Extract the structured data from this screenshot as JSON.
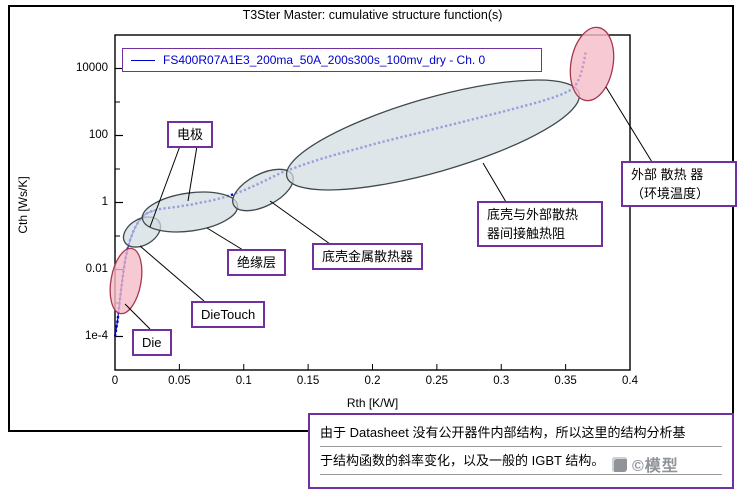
{
  "title": "T3Ster Master: cumulative structure function(s)",
  "legend": {
    "series_label": "FS400R07A1E3_200ma_50A_200s300s_100mv_dry - Ch. 0"
  },
  "axes": {
    "xlabel": "Rth [K/W]",
    "ylabel": "Cth [Ws/K]",
    "x_ticks": [
      "0",
      "0.05",
      "0.1",
      "0.15",
      "0.2",
      "0.25",
      "0.3",
      "0.35",
      "0.4"
    ],
    "y_ticks": [
      {
        "label": "10000",
        "decade": 4
      },
      {
        "label": "100",
        "decade": 2
      },
      {
        "label": "1",
        "decade": 0
      },
      {
        "label": "0.01",
        "decade": -2
      },
      {
        "label": "1e-4",
        "decade": -4
      }
    ]
  },
  "chart_data": {
    "type": "line",
    "title": "T3Ster Master: cumulative structure function(s)",
    "xlabel": "Rth [K/W]",
    "ylabel": "Cth [Ws/K]",
    "x_range": [
      0,
      0.4
    ],
    "y_scale": "log",
    "y_range": [
      1e-05,
      100000
    ],
    "grid": false,
    "legend_position": "top-left",
    "series": [
      {
        "name": "FS400R07A1E3_200ma_50A_200s300s_100mv_dry - Ch. 0",
        "color": "#0000CC",
        "style": "dotted",
        "points": [
          [
            0,
            0.0001
          ],
          [
            0.002,
            0.0003
          ],
          [
            0.004,
            0.0015
          ],
          [
            0.006,
            0.006
          ],
          [
            0.008,
            0.02
          ],
          [
            0.01,
            0.045
          ],
          [
            0.012,
            0.08
          ],
          [
            0.014,
            0.13
          ],
          [
            0.016,
            0.19
          ],
          [
            0.018,
            0.26
          ],
          [
            0.02,
            0.33
          ],
          [
            0.022,
            0.4
          ],
          [
            0.025,
            0.48
          ],
          [
            0.028,
            0.54
          ],
          [
            0.032,
            0.6
          ],
          [
            0.036,
            0.65
          ],
          [
            0.04,
            0.68
          ],
          [
            0.045,
            0.72
          ],
          [
            0.05,
            0.76
          ],
          [
            0.055,
            0.82
          ],
          [
            0.06,
            0.88
          ],
          [
            0.065,
            0.97
          ],
          [
            0.07,
            1.05
          ],
          [
            0.075,
            1.15
          ],
          [
            0.08,
            1.28
          ],
          [
            0.085,
            1.45
          ],
          [
            0.09,
            1.65
          ],
          [
            0.095,
            1.95
          ],
          [
            0.1,
            2.3
          ],
          [
            0.105,
            2.8
          ],
          [
            0.11,
            3.4
          ],
          [
            0.115,
            4.2
          ],
          [
            0.12,
            5.2
          ],
          [
            0.125,
            6.5
          ],
          [
            0.13,
            8
          ],
          [
            0.14,
            11
          ],
          [
            0.15,
            15
          ],
          [
            0.16,
            20
          ],
          [
            0.17,
            26
          ],
          [
            0.18,
            33
          ],
          [
            0.19,
            42
          ],
          [
            0.2,
            54
          ],
          [
            0.21,
            68
          ],
          [
            0.22,
            85
          ],
          [
            0.23,
            105
          ],
          [
            0.24,
            130
          ],
          [
            0.25,
            165
          ],
          [
            0.26,
            205
          ],
          [
            0.27,
            255
          ],
          [
            0.28,
            320
          ],
          [
            0.29,
            400
          ],
          [
            0.3,
            500
          ],
          [
            0.31,
            630
          ],
          [
            0.32,
            800
          ],
          [
            0.33,
            1020
          ],
          [
            0.34,
            1350
          ],
          [
            0.348,
            1750
          ],
          [
            0.354,
            2300
          ],
          [
            0.358,
            3300
          ],
          [
            0.361,
            5500
          ],
          [
            0.363,
            10000
          ],
          [
            0.3645,
            18000
          ],
          [
            0.3655,
            30000
          ]
        ]
      }
    ],
    "annotated_regions": [
      {
        "label": "Die"
      },
      {
        "label": "DieTouch"
      },
      {
        "label": "电极"
      },
      {
        "label": "绝缘层"
      },
      {
        "label": "底壳金属散热器"
      },
      {
        "label": "底壳与外部散热器间接触热阻"
      },
      {
        "label": "外部散热器（环境温度）"
      }
    ]
  },
  "annotations": {
    "electrode": {
      "label": "电极"
    },
    "insulation": {
      "label": "绝缘层"
    },
    "die_touch": {
      "label": "DieTouch"
    },
    "die": {
      "label": "Die"
    },
    "base_heatsink": {
      "label": "底壳金属散热器"
    },
    "contact_resistance": {
      "label": "底壳与外部散热\n器间接触热阻"
    },
    "external_heatsink": {
      "label": "外部 散热 器\n（环境温度）"
    }
  },
  "note": {
    "line1": "由于 Datasheet 没有公开器件内部结构，所以这里的结构分析基",
    "line2": "于结构函数的斜率变化，以及一般的 IGBT 结构。"
  },
  "watermark": "©模型",
  "colors": {
    "accent_purple": "#7030A0",
    "curve_blue": "#0000CC",
    "ellipse_pink_fill": "#F4BCC8",
    "ellipse_pink_border": "#A83850",
    "ellipse_gray_fill": "#D2DCE0",
    "ellipse_gray_border": "#3F4A4E"
  }
}
